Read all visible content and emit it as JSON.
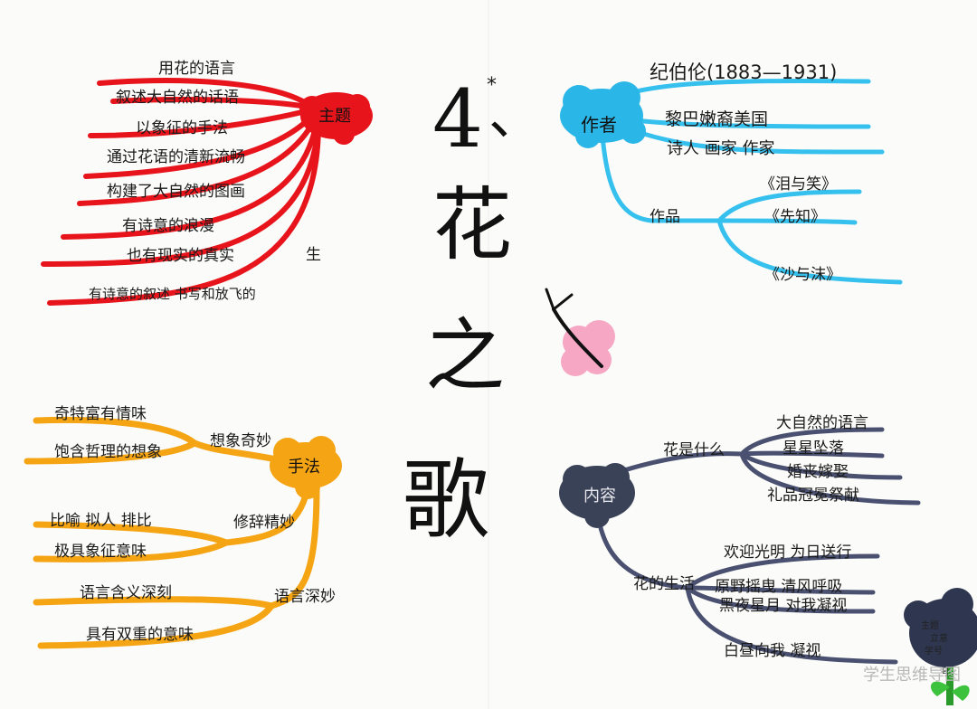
{
  "title": {
    "number": "4",
    "mark": "*",
    "sep": "、",
    "line1": "花",
    "line2": "之",
    "line3": "歌"
  },
  "theme": {
    "hub": "主题",
    "color": "#e8141c",
    "items": [
      "用花的语言",
      "叙述大自然的话语",
      "以象征的手法",
      "通过花语的清新流畅",
      "构建了大自然的图画",
      "有诗意的浪漫",
      "也有现实的真实",
      "有诗意的叙述 书写和放飞的",
      "生"
    ]
  },
  "author": {
    "hub": "作者",
    "color": "#2ab6e6",
    "name": "纪伯伦(1883—1931)",
    "country": "黎巴嫩裔美国",
    "roles": "诗人  画家  作家",
    "works_label": "作品",
    "works": [
      "《泪与笑》",
      "《先知》",
      "《沙与沫》"
    ]
  },
  "technique": {
    "hub": "手法",
    "color": "#f5a413",
    "groups": [
      {
        "label": "想象奇妙",
        "items": [
          "奇特富有情味",
          "饱含哲理的想象"
        ]
      },
      {
        "label": "修辞精妙",
        "items": [
          "比喻 拟人 排比",
          "极具象征意味"
        ]
      },
      {
        "label": "语言深妙",
        "items": [
          "语言含义深刻",
          "具有双重的意味"
        ]
      }
    ]
  },
  "content": {
    "hub": "内容",
    "color": "#3a4258",
    "groups": [
      {
        "label": "花是什么",
        "items": [
          "大自然的语言",
          "星星坠落",
          "婚丧嫁娶",
          "礼品冠冕祭献"
        ]
      },
      {
        "label": "花的生活",
        "items": [
          "欢迎光明 为日送行",
          "原野摇曳 清风呼吸",
          "黑夜星月 对我凝视",
          "白昼向我 凝视"
        ]
      }
    ]
  },
  "corner_note": [
    "主题",
    "立意",
    "学号",
    "号"
  ],
  "watermark": "学生思维导图"
}
